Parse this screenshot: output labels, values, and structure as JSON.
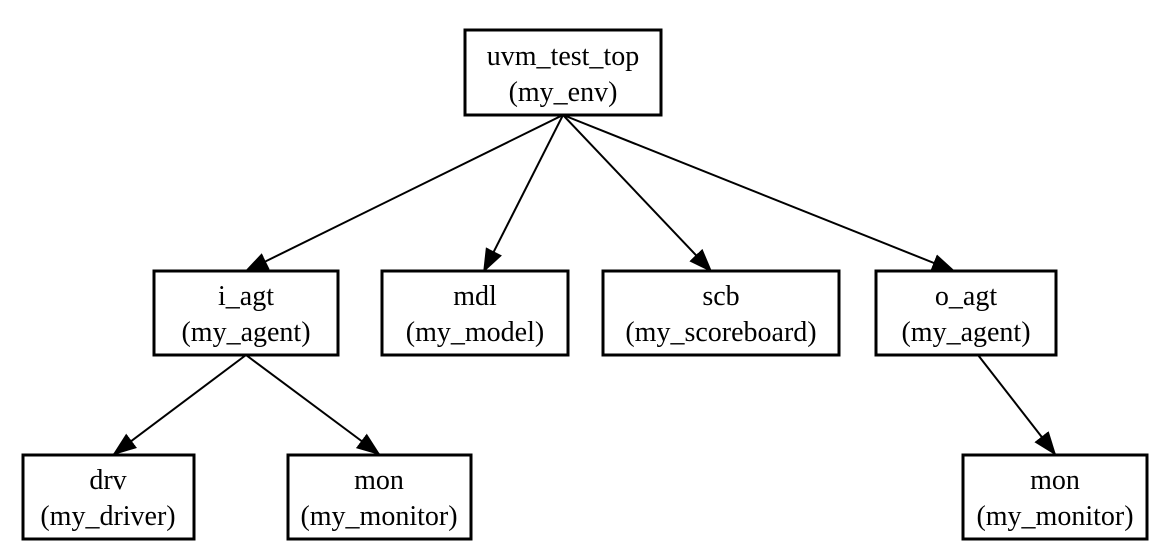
{
  "diagram": {
    "nodes": [
      {
        "id": "top",
        "name": "uvm_test_top",
        "type": "(my_env)"
      },
      {
        "id": "i_agt",
        "name": "i_agt",
        "type": "(my_agent)"
      },
      {
        "id": "mdl",
        "name": "mdl",
        "type": "(my_model)"
      },
      {
        "id": "scb",
        "name": "scb",
        "type": "(my_scoreboard)"
      },
      {
        "id": "o_agt",
        "name": "o_agt",
        "type": "(my_agent)"
      },
      {
        "id": "drv",
        "name": "drv",
        "type": "(my_driver)"
      },
      {
        "id": "mon_i",
        "name": "mon",
        "type": "(my_monitor)"
      },
      {
        "id": "mon_o",
        "name": "mon",
        "type": "(my_monitor)"
      }
    ],
    "edges": [
      {
        "from": "top",
        "to": "i_agt"
      },
      {
        "from": "top",
        "to": "mdl"
      },
      {
        "from": "top",
        "to": "scb"
      },
      {
        "from": "top",
        "to": "o_agt"
      },
      {
        "from": "i_agt",
        "to": "drv"
      },
      {
        "from": "i_agt",
        "to": "mon_i"
      },
      {
        "from": "o_agt",
        "to": "mon_o"
      }
    ],
    "colors": {
      "stroke": "#000000",
      "fill": "#ffffff",
      "text": "#000000"
    }
  }
}
